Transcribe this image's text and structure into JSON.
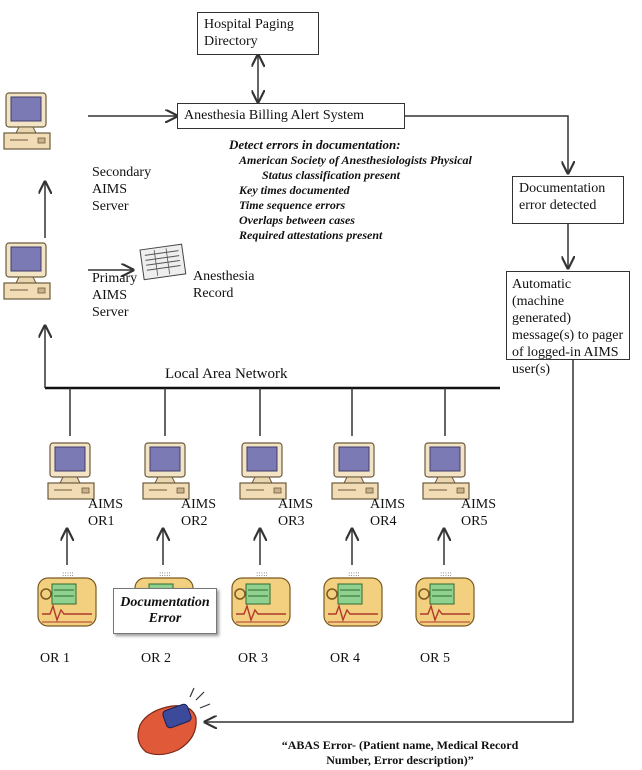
{
  "nodes": {
    "paging_directory": "Hospital Paging\nDirectory",
    "abas": "Anesthesia Billing Alert System",
    "secondary_server": "Secondary\nAIMS\nServer",
    "primary_server": "Primary\nAIMS\nServer",
    "anesthesia_record": "Anesthesia\nRecord",
    "doc_error_detected": "Documentation\nerror detected",
    "auto_message": "Automatic (machine generated) message(s) to pager of logged-in AIMS user(s)",
    "lan": "Local Area Network"
  },
  "detect": {
    "heading": "Detect errors in documentation:",
    "items": [
      "American Society of Anesthesiologists Physical",
      "Status classification present",
      "Key times documented",
      "Time sequence errors",
      "Overlaps between cases",
      "Required attestations present"
    ]
  },
  "workstations": [
    {
      "label": "AIMS\nOR1",
      "room": "OR 1"
    },
    {
      "label": "AIMS\nOR2",
      "room": "OR 2"
    },
    {
      "label": "AIMS\nOR3",
      "room": "OR 3"
    },
    {
      "label": "AIMS\nOR4",
      "room": "OR 4"
    },
    {
      "label": "AIMS\nOR5",
      "room": "OR 5"
    }
  ],
  "documentation_error": "Documentation\nError",
  "pager_message": "“ABAS Error- (Patient name, Medical Record\nNumber, Error description)”",
  "icons": [
    "computer-icon",
    "report-icon",
    "monitor-icon",
    "pager-icon"
  ]
}
